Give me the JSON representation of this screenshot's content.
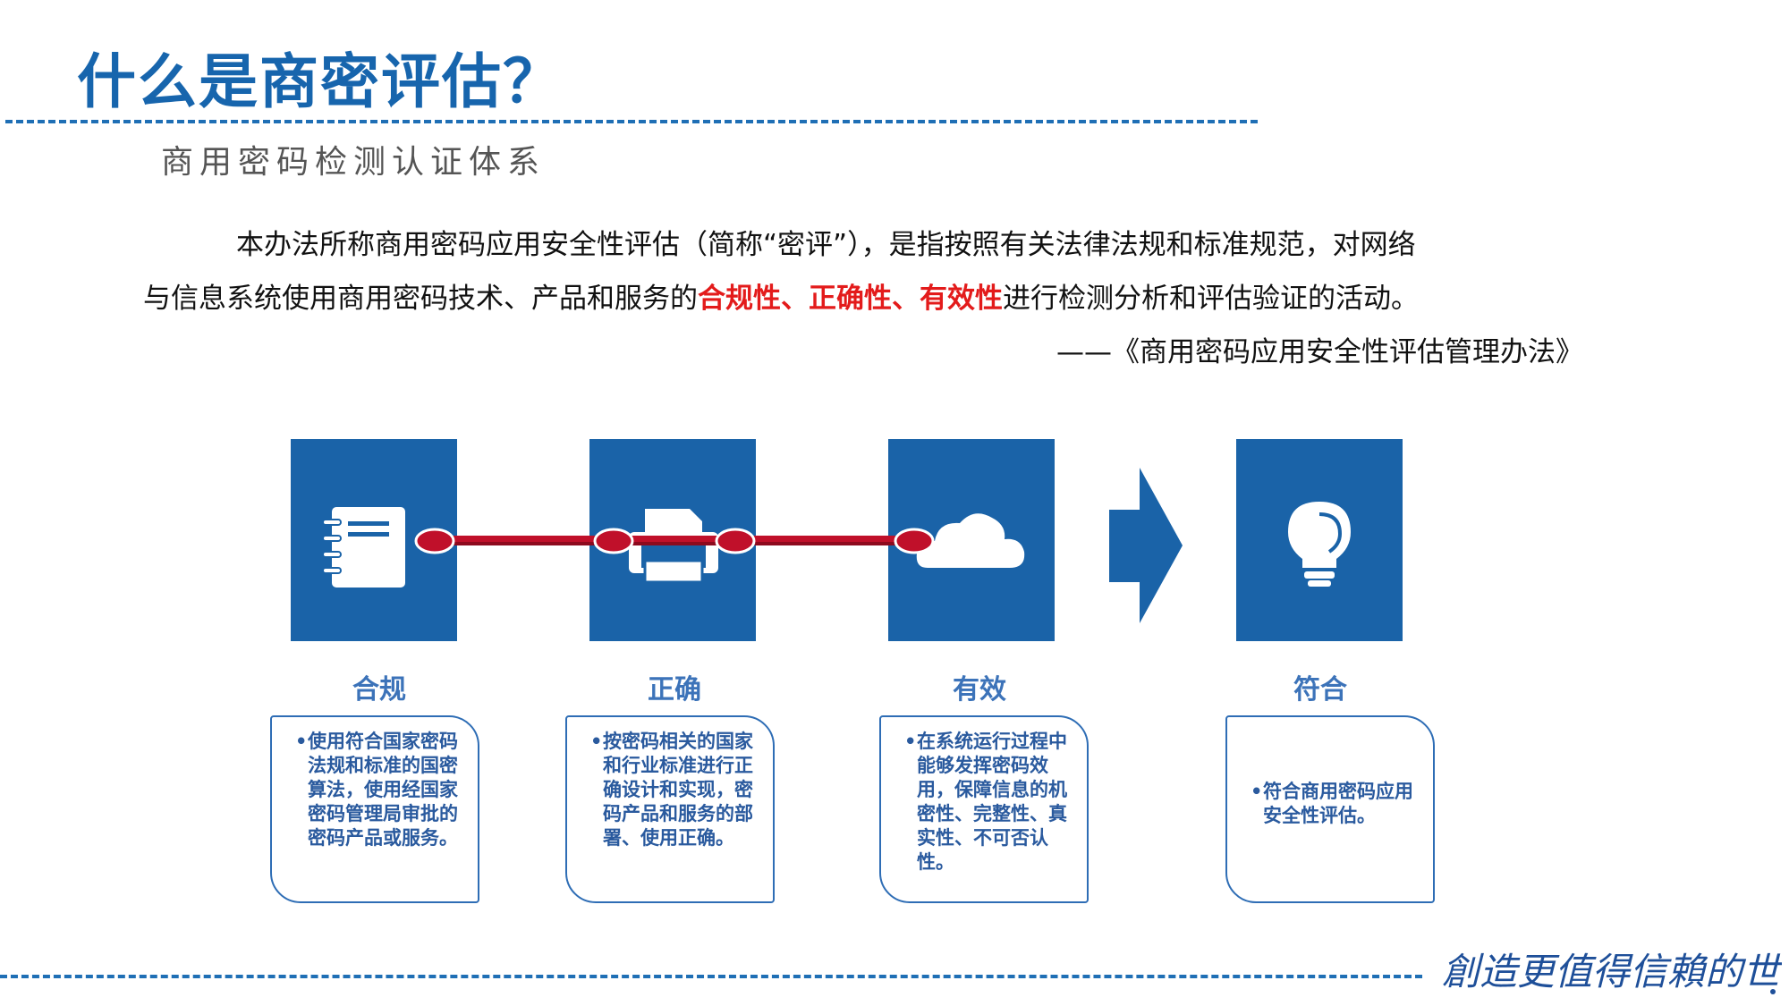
{
  "slide": {
    "title": "什么是商密评估？",
    "subtitle": "商用密码检测认证体系"
  },
  "quote": {
    "line1": "本办法所称商用密码应用安全性评估（简称“密评”），是指按照有关法律法规和标准规范，对网络",
    "line2_pre": "与信息系统使用商用密码技术、产品和服务的",
    "line2_highlight": "合规性、正确性、有效性",
    "line2_post": "进行检测分析和评估验证的活动。",
    "source": "——《商用密码应用安全性评估管理办法》"
  },
  "steps": [
    {
      "label": "合规",
      "icon": "notebook-icon",
      "text": "使用符合国家密码法规和标准的国密算法，使用经国家密码管理局审批的密码产品或服务。"
    },
    {
      "label": "正确",
      "icon": "printer-icon",
      "text": "按密码相关的国家和行业标准进行正确设计和实现，密码产品和服务的部署、使用正确。"
    },
    {
      "label": "有效",
      "icon": "cloud-icon",
      "text": "在系统运行过程中能够发挥密码效用，保障信息的机密性、完整性、真实性、不可否认性。"
    },
    {
      "label": "符合",
      "icon": "lightbulb-icon",
      "text": "符合商用密码应用安全性评估。"
    }
  ],
  "brand": {
    "slogan": "創造更值得信賴的世界"
  },
  "colors": {
    "primary_blue": "#1a63a8",
    "title_blue": "#1765ad",
    "highlight_red": "#e31b1b",
    "connector_red": "#c0102a"
  }
}
